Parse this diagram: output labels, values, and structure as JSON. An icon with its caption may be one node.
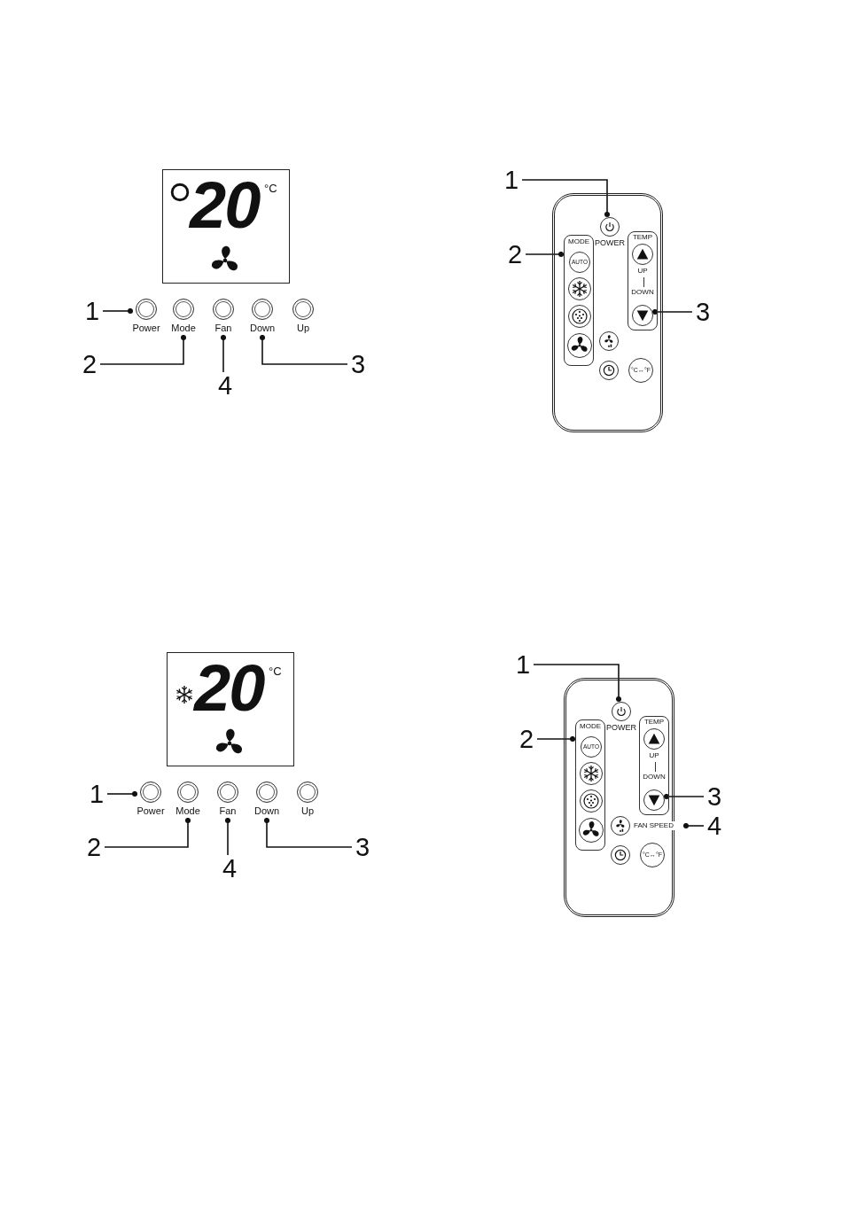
{
  "diagram": {
    "nodes": [
      {
        "text": [
          "20",
          "°C"
        ]
      },
      {
        "text": [
          "Power"
        ]
      },
      {
        "text": [
          "Mode"
        ]
      },
      {
        "text": [
          "Fan"
        ]
      },
      {
        "text": [
          "Down"
        ]
      },
      {
        "text": [
          "Up"
        ]
      },
      {
        "text": [
          "1"
        ]
      },
      {
        "text": [
          "2"
        ]
      },
      {
        "text": [
          "3"
        ]
      },
      {
        "text": [
          "4"
        ]
      },
      {
        "text": [],
        "shape": "box"
      },
      {
        "text": [
          "POWER"
        ],
        "in": 10
      },
      {
        "text": [
          "MODE"
        ],
        "in": 10
      },
      {
        "text": [
          "AUTO"
        ],
        "in": 12
      },
      {
        "text": [],
        "shape": "circle",
        "in": 12
      },
      {
        "text": [],
        "shape": "circle",
        "in": 12
      },
      {
        "text": [],
        "shape": "circle",
        "in": 12
      },
      {
        "text": [
          "TEMP",
          "UP",
          "DOWN"
        ],
        "in": 10
      },
      {
        "text": [],
        "shape": "circle",
        "in": 17
      },
      {
        "text": [],
        "shape": "circle",
        "in": 17
      },
      {
        "text": [],
        "shape": "circle",
        "in": 10
      },
      {
        "text": [],
        "shape": "circle",
        "in": 10
      },
      {
        "text": [
          "°C↔°F"
        ],
        "in": 10
      },
      {
        "text": [
          "1"
        ]
      },
      {
        "text": [
          "2"
        ]
      },
      {
        "text": [
          "3"
        ]
      },
      {
        "text": [
          "20",
          "°C"
        ]
      },
      {
        "text": [
          "Power"
        ]
      },
      {
        "text": [
          "Mode"
        ]
      },
      {
        "text": [
          "Fan"
        ]
      },
      {
        "text": [
          "Down"
        ]
      },
      {
        "text": [
          "Up"
        ]
      },
      {
        "text": [
          "1"
        ]
      },
      {
        "text": [
          "2"
        ]
      },
      {
        "text": [
          "3"
        ]
      },
      {
        "text": [
          "4"
        ]
      },
      {
        "text": [],
        "shape": "box"
      },
      {
        "text": [
          "POWER"
        ],
        "in": 36
      },
      {
        "text": [
          "MODE"
        ],
        "in": 36
      },
      {
        "text": [
          "AUTO"
        ],
        "in": 38
      },
      {
        "text": [],
        "shape": "circle",
        "in": 38
      },
      {
        "text": [],
        "shape": "circle",
        "in": 38
      },
      {
        "text": [],
        "shape": "circle",
        "in": 38
      },
      {
        "text": [
          "TEMP",
          "UP",
          "DOWN"
        ],
        "in": 36
      },
      {
        "text": [],
        "shape": "circle",
        "in": 43
      },
      {
        "text": [],
        "shape": "circle",
        "in": 43
      },
      {
        "text": [
          "FAN SPEED"
        ],
        "in": 36
      },
      {
        "text": [],
        "shape": "circle",
        "in": 36
      },
      {
        "text": [
          "°C↔°F"
        ],
        "in": 36
      },
      {
        "text": [
          "1"
        ]
      },
      {
        "text": [
          "2"
        ]
      },
      {
        "text": [
          "3"
        ]
      },
      {
        "text": [
          "4"
        ]
      }
    ],
    "edges": [
      {
        "from": 6,
        "to": 1,
        "arrow": "other"
      },
      {
        "from": 7,
        "to": 2,
        "arrow": "other"
      },
      {
        "from": 8,
        "to": 4,
        "arrow": "other"
      },
      {
        "from": 9,
        "to": 3,
        "arrow": "other"
      },
      {
        "from": 23,
        "to": 11,
        "arrow": "other"
      },
      {
        "from": 24,
        "to": 12,
        "arrow": "other"
      },
      {
        "from": 25,
        "to": 17,
        "arrow": "other"
      },
      {
        "from": 32,
        "to": 27,
        "arrow": "other"
      },
      {
        "from": 33,
        "to": 28,
        "arrow": "other"
      },
      {
        "from": 34,
        "to": 30,
        "arrow": "other"
      },
      {
        "from": 35,
        "to": 29,
        "arrow": "other"
      },
      {
        "from": 49,
        "to": 37,
        "arrow": "other"
      },
      {
        "from": 50,
        "to": 38,
        "arrow": "other"
      },
      {
        "from": 51,
        "to": 43,
        "arrow": "other"
      },
      {
        "from": 52,
        "to": 46,
        "arrow": "other"
      }
    ]
  }
}
